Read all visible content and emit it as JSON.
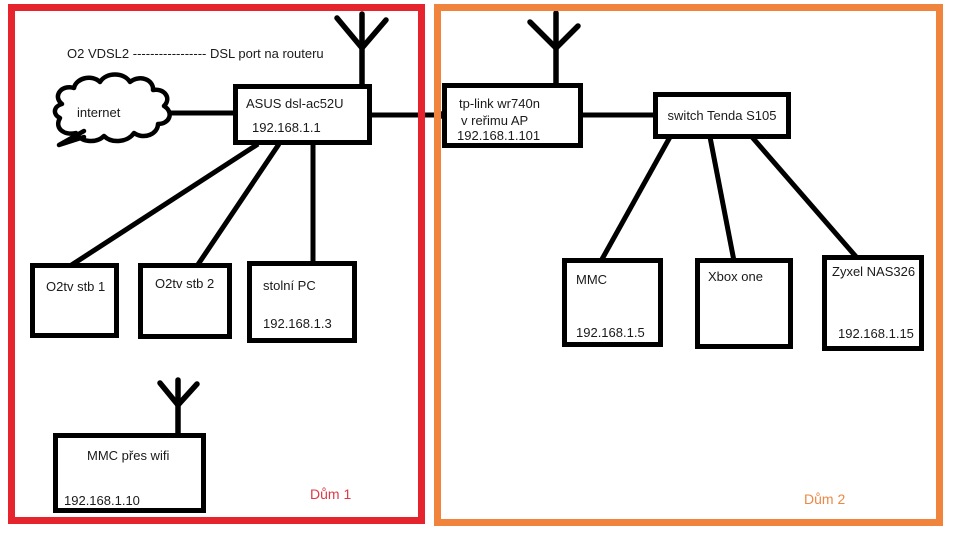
{
  "top_label": "O2 VDSL2 ----------------- DSL port na routeru",
  "cloud": {
    "label": "internet"
  },
  "houses": [
    {
      "label": "Dům 1"
    },
    {
      "label": "Dům 2"
    }
  ],
  "nodes": {
    "asus": {
      "line1": "ASUS dsl-ac52U",
      "line2": "192.168.1.1"
    },
    "tplink": {
      "line1": "tp-link wr740n",
      "line2": "v reřimu AP",
      "line3": "192.168.1.101"
    },
    "switch": {
      "line1": "switch Tenda S105"
    },
    "o2tv1": {
      "line1": "O2tv stb 1"
    },
    "o2tv2": {
      "line1": "O2tv stb 2"
    },
    "pc": {
      "line1": "stolní PC",
      "line2": "192.168.1.3"
    },
    "mmc_wifi": {
      "line1": "MMC přes wifi",
      "line2": "192.168.1.10"
    },
    "mmc": {
      "line1": "MMC",
      "line2": "192.168.1.5"
    },
    "xbox": {
      "line1": "Xbox one"
    },
    "zyxel": {
      "line1": "Zyxel NAS326",
      "line2": "192.168.1.15"
    }
  },
  "colors": {
    "red_border": "#e5242e",
    "orange_border": "#f0843c",
    "house1_label": "#dd3a48",
    "house2_label": "#ee8745",
    "line": "#000000"
  }
}
